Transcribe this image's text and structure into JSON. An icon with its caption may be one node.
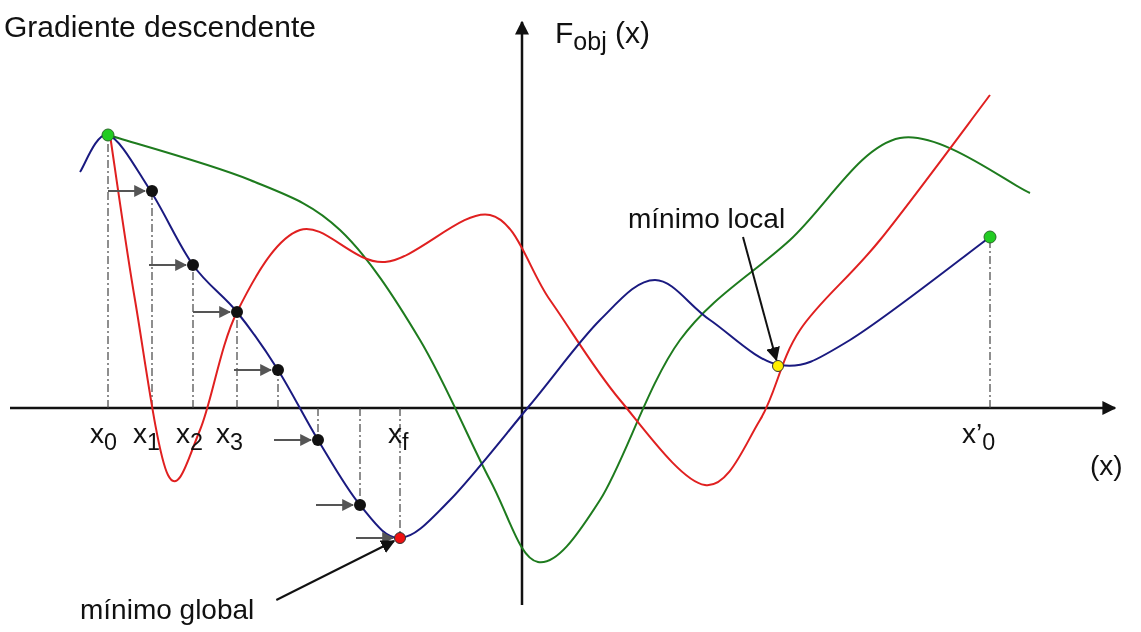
{
  "diagram": {
    "title": "Gradiente descendente",
    "nodes": [
      {
        "text": [
          "mínimo local"
        ]
      },
      {
        "text": [],
        "shape": "circle"
      },
      {
        "text": [
          "mínimo global"
        ]
      },
      {
        "text": [],
        "shape": "circle"
      }
    ],
    "edges": [
      {
        "from": 0,
        "to": 1,
        "arrow": "to"
      },
      {
        "from": 2,
        "to": 3,
        "arrow": "to"
      }
    ],
    "labels": [
      "F$_{obj}$ (x)",
      "x$_{0}$",
      "x$_{1}$",
      "x$_{2}$",
      "x$_{3}$",
      "x$_{f}$",
      "x’$_{0}$",
      "(x)"
    ]
  }
}
